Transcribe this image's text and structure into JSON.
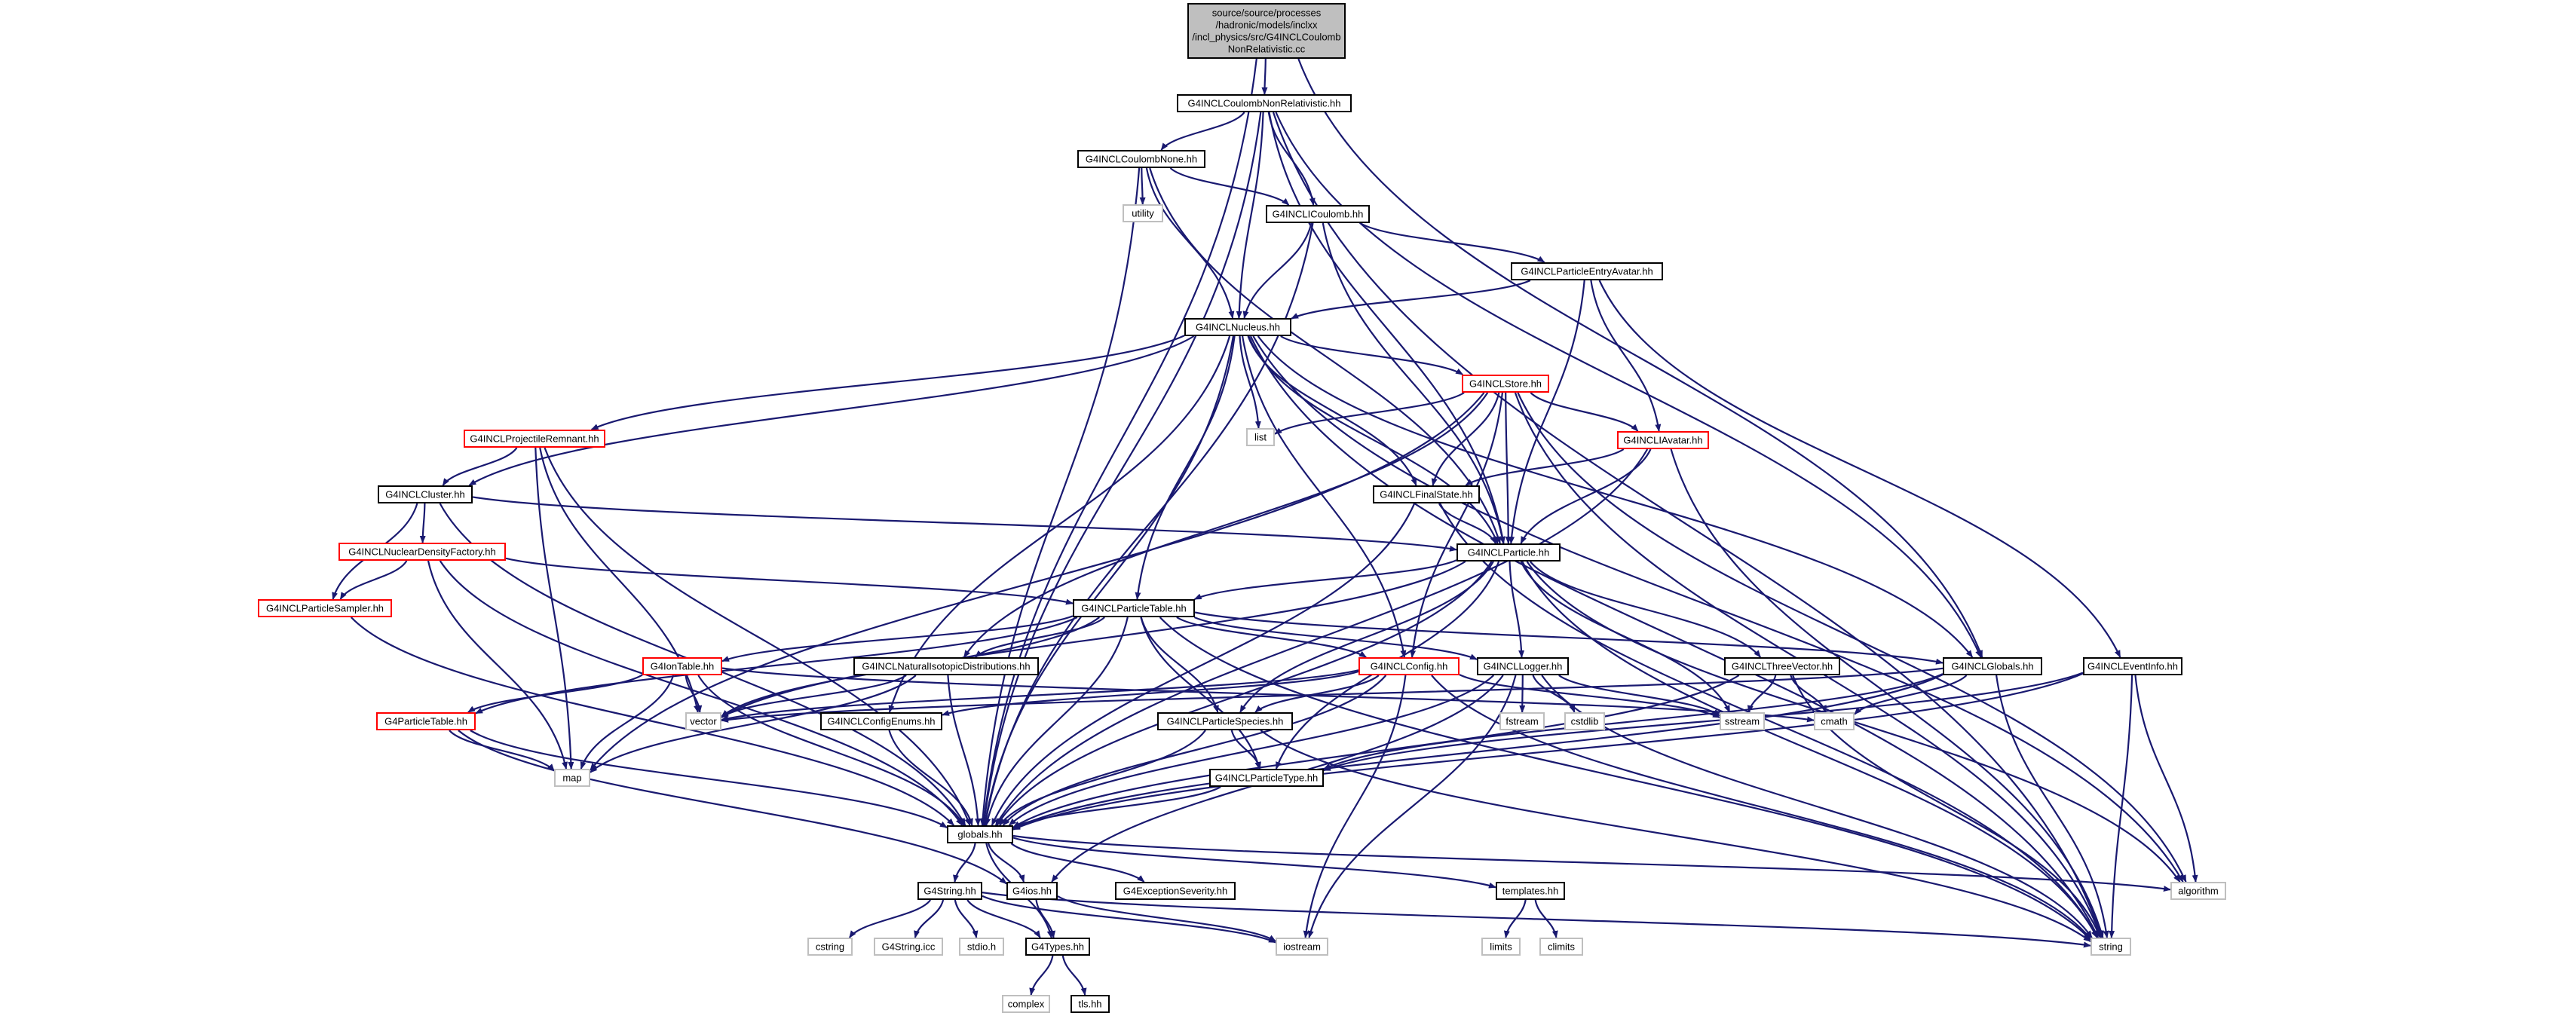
{
  "colors": {
    "edge": "#191970",
    "node_border": "#000000",
    "node_border_truncated": "#ff0000",
    "node_border_system": "#bfbfbf",
    "root_fill": "#bfbfbf"
  },
  "graph": {
    "nodes": [
      {
        "id": "root",
        "label": [
          "source/source/processes",
          "/hadronic/models/inclxx",
          "/incl_physics/src/G4INCLCoulomb",
          "NonRelativistic.cc"
        ],
        "style": "root"
      },
      {
        "id": "coulNR",
        "label": [
          "G4INCLCoulombNonRelativistic.hh"
        ],
        "style": "normal"
      },
      {
        "id": "coulNone",
        "label": [
          "G4INCLCoulombNone.hh"
        ],
        "style": "normal"
      },
      {
        "id": "utility",
        "label": [
          "utility"
        ],
        "style": "gray"
      },
      {
        "id": "icoul",
        "label": [
          "G4INCLICoulomb.hh"
        ],
        "style": "normal"
      },
      {
        "id": "pea",
        "label": [
          "G4INCLParticleEntryAvatar.hh"
        ],
        "style": "normal"
      },
      {
        "id": "nucleus",
        "label": [
          "G4INCLNucleus.hh"
        ],
        "style": "normal"
      },
      {
        "id": "store",
        "label": [
          "G4INCLStore.hh"
        ],
        "style": "red"
      },
      {
        "id": "list",
        "label": [
          "list"
        ],
        "style": "gray"
      },
      {
        "id": "projRem",
        "label": [
          "G4INCLProjectileRemnant.hh"
        ],
        "style": "red"
      },
      {
        "id": "iavatar",
        "label": [
          "G4INCLIAvatar.hh"
        ],
        "style": "red"
      },
      {
        "id": "cluster",
        "label": [
          "G4INCLCluster.hh"
        ],
        "style": "normal"
      },
      {
        "id": "finalState",
        "label": [
          "G4INCLFinalState.hh"
        ],
        "style": "normal"
      },
      {
        "id": "nucDens",
        "label": [
          "G4INCLNuclearDensityFactory.hh"
        ],
        "style": "red"
      },
      {
        "id": "particle",
        "label": [
          "G4INCLParticle.hh"
        ],
        "style": "normal"
      },
      {
        "id": "sampler",
        "label": [
          "G4INCLParticleSampler.hh"
        ],
        "style": "red"
      },
      {
        "id": "ptable",
        "label": [
          "G4INCLParticleTable.hh"
        ],
        "style": "normal"
      },
      {
        "id": "iontable",
        "label": [
          "G4IonTable.hh"
        ],
        "style": "red"
      },
      {
        "id": "natIso",
        "label": [
          "G4INCLNaturalIsotopicDistributions.hh"
        ],
        "style": "normal"
      },
      {
        "id": "config",
        "label": [
          "G4INCLConfig.hh"
        ],
        "style": "red"
      },
      {
        "id": "logger",
        "label": [
          "G4INCLLogger.hh"
        ],
        "style": "normal"
      },
      {
        "id": "threeVec",
        "label": [
          "G4INCLThreeVector.hh"
        ],
        "style": "normal"
      },
      {
        "id": "globals",
        "label": [
          "G4INCLGlobals.hh"
        ],
        "style": "normal"
      },
      {
        "id": "eventInfo",
        "label": [
          "G4INCLEventInfo.hh"
        ],
        "style": "normal"
      },
      {
        "id": "g4ptable",
        "label": [
          "G4ParticleTable.hh"
        ],
        "style": "red"
      },
      {
        "id": "vector",
        "label": [
          "vector"
        ],
        "style": "gray"
      },
      {
        "id": "configEnums",
        "label": [
          "G4INCLConfigEnums.hh"
        ],
        "style": "normal"
      },
      {
        "id": "species",
        "label": [
          "G4INCLParticleSpecies.hh"
        ],
        "style": "normal"
      },
      {
        "id": "fstream",
        "label": [
          "fstream"
        ],
        "style": "gray"
      },
      {
        "id": "cstdlib",
        "label": [
          "cstdlib"
        ],
        "style": "gray"
      },
      {
        "id": "sstream",
        "label": [
          "sstream"
        ],
        "style": "gray"
      },
      {
        "id": "cmath",
        "label": [
          "cmath"
        ],
        "style": "gray"
      },
      {
        "id": "map",
        "label": [
          "map"
        ],
        "style": "gray"
      },
      {
        "id": "ptype",
        "label": [
          "G4INCLParticleType.hh"
        ],
        "style": "normal"
      },
      {
        "id": "globalshh",
        "label": [
          "globals.hh"
        ],
        "style": "normal"
      },
      {
        "id": "g4string",
        "label": [
          "G4String.hh"
        ],
        "style": "normal"
      },
      {
        "id": "g4ios",
        "label": [
          "G4ios.hh"
        ],
        "style": "normal"
      },
      {
        "id": "exc",
        "label": [
          "G4ExceptionSeverity.hh"
        ],
        "style": "normal"
      },
      {
        "id": "templates",
        "label": [
          "templates.hh"
        ],
        "style": "normal"
      },
      {
        "id": "algorithm",
        "label": [
          "algorithm"
        ],
        "style": "gray"
      },
      {
        "id": "cstring",
        "label": [
          "cstring"
        ],
        "style": "gray"
      },
      {
        "id": "g4stringicc",
        "label": [
          "G4String.icc"
        ],
        "style": "gray"
      },
      {
        "id": "stdio",
        "label": [
          "stdio.h"
        ],
        "style": "gray"
      },
      {
        "id": "g4types",
        "label": [
          "G4Types.hh"
        ],
        "style": "normal"
      },
      {
        "id": "iostream",
        "label": [
          "iostream"
        ],
        "style": "gray"
      },
      {
        "id": "limits",
        "label": [
          "limits"
        ],
        "style": "gray"
      },
      {
        "id": "climits",
        "label": [
          "climits"
        ],
        "style": "gray"
      },
      {
        "id": "string",
        "label": [
          "string"
        ],
        "style": "gray"
      },
      {
        "id": "complex",
        "label": [
          "complex"
        ],
        "style": "gray"
      },
      {
        "id": "tls",
        "label": [
          "tls.hh"
        ],
        "style": "normal"
      }
    ],
    "edges": [
      [
        "root",
        "coulNR"
      ],
      [
        "root",
        "globalshh"
      ],
      [
        "root",
        "globals"
      ],
      [
        "coulNR",
        "coulNone"
      ],
      [
        "coulNR",
        "icoul"
      ],
      [
        "coulNR",
        "nucleus"
      ],
      [
        "coulNR",
        "particle"
      ],
      [
        "coulNR",
        "globals"
      ],
      [
        "coulNR",
        "globalshh"
      ],
      [
        "coulNR",
        "string"
      ],
      [
        "coulNone",
        "utility"
      ],
      [
        "coulNone",
        "icoul"
      ],
      [
        "coulNone",
        "nucleus"
      ],
      [
        "coulNone",
        "particle"
      ],
      [
        "coulNone",
        "globalshh"
      ],
      [
        "icoul",
        "pea"
      ],
      [
        "icoul",
        "nucleus"
      ],
      [
        "icoul",
        "particle"
      ],
      [
        "icoul",
        "globalshh"
      ],
      [
        "pea",
        "nucleus"
      ],
      [
        "pea",
        "iavatar"
      ],
      [
        "pea",
        "particle"
      ],
      [
        "pea",
        "eventInfo"
      ],
      [
        "nucleus",
        "store"
      ],
      [
        "nucleus",
        "list"
      ],
      [
        "nucleus",
        "projRem"
      ],
      [
        "nucleus",
        "cluster"
      ],
      [
        "nucleus",
        "finalState"
      ],
      [
        "nucleus",
        "particle"
      ],
      [
        "nucleus",
        "ptable"
      ],
      [
        "nucleus",
        "config"
      ],
      [
        "nucleus",
        "globals"
      ],
      [
        "nucleus",
        "configEnums"
      ],
      [
        "nucleus",
        "string"
      ],
      [
        "nucleus",
        "globalshh"
      ],
      [
        "nucleus",
        "algorithm"
      ],
      [
        "store",
        "list"
      ],
      [
        "store",
        "iavatar"
      ],
      [
        "store",
        "finalState"
      ],
      [
        "store",
        "particle"
      ],
      [
        "store",
        "config"
      ],
      [
        "store",
        "natIso"
      ],
      [
        "store",
        "map"
      ],
      [
        "store",
        "string"
      ],
      [
        "store",
        "algorithm"
      ],
      [
        "projRem",
        "cluster"
      ],
      [
        "projRem",
        "vector"
      ],
      [
        "projRem",
        "map"
      ],
      [
        "projRem",
        "globalshh"
      ],
      [
        "iavatar",
        "finalState"
      ],
      [
        "iavatar",
        "particle"
      ],
      [
        "iavatar",
        "globalshh"
      ],
      [
        "iavatar",
        "string"
      ],
      [
        "cluster",
        "nucDens"
      ],
      [
        "cluster",
        "sampler"
      ],
      [
        "cluster",
        "particle"
      ],
      [
        "cluster",
        "globalshh"
      ],
      [
        "finalState",
        "particle"
      ],
      [
        "finalState",
        "globalshh"
      ],
      [
        "finalState",
        "string"
      ],
      [
        "nucDens",
        "sampler"
      ],
      [
        "nucDens",
        "ptable"
      ],
      [
        "nucDens",
        "map"
      ],
      [
        "nucDens",
        "globalshh"
      ],
      [
        "sampler",
        "globalshh"
      ],
      [
        "particle",
        "ptable"
      ],
      [
        "particle",
        "species"
      ],
      [
        "particle",
        "ptype"
      ],
      [
        "particle",
        "logger"
      ],
      [
        "particle",
        "threeVec"
      ],
      [
        "particle",
        "vector"
      ],
      [
        "particle",
        "sstream"
      ],
      [
        "particle",
        "globalshh"
      ],
      [
        "particle",
        "string"
      ],
      [
        "particle",
        "algorithm"
      ],
      [
        "ptable",
        "iontable"
      ],
      [
        "ptable",
        "natIso"
      ],
      [
        "ptable",
        "config"
      ],
      [
        "ptable",
        "logger"
      ],
      [
        "ptable",
        "globals"
      ],
      [
        "ptable",
        "g4ptable"
      ],
      [
        "ptable",
        "species"
      ],
      [
        "ptable",
        "ptype"
      ],
      [
        "ptable",
        "vector"
      ],
      [
        "ptable",
        "globalshh"
      ],
      [
        "ptable",
        "string"
      ],
      [
        "iontable",
        "g4ptable"
      ],
      [
        "iontable",
        "vector"
      ],
      [
        "iontable",
        "map"
      ],
      [
        "iontable",
        "globalshh"
      ],
      [
        "iontable",
        "cmath"
      ],
      [
        "natIso",
        "vector"
      ],
      [
        "natIso",
        "map"
      ],
      [
        "natIso",
        "globalshh"
      ],
      [
        "config",
        "configEnums"
      ],
      [
        "config",
        "species"
      ],
      [
        "config",
        "vector"
      ],
      [
        "config",
        "sstream"
      ],
      [
        "config",
        "iostream"
      ],
      [
        "config",
        "string"
      ],
      [
        "config",
        "globalshh"
      ],
      [
        "logger",
        "fstream"
      ],
      [
        "logger",
        "cstdlib"
      ],
      [
        "logger",
        "sstream"
      ],
      [
        "logger",
        "iostream"
      ],
      [
        "logger",
        "string"
      ],
      [
        "logger",
        "g4ios"
      ],
      [
        "logger",
        "globalshh"
      ],
      [
        "threeVec",
        "sstream"
      ],
      [
        "threeVec",
        "cmath"
      ],
      [
        "threeVec",
        "string"
      ],
      [
        "threeVec",
        "globalshh"
      ],
      [
        "globals",
        "cmath"
      ],
      [
        "globals",
        "string"
      ],
      [
        "globals",
        "ptype"
      ],
      [
        "globals",
        "globalshh"
      ],
      [
        "globals",
        "vector"
      ],
      [
        "eventInfo",
        "string"
      ],
      [
        "eventInfo",
        "algorithm"
      ],
      [
        "eventInfo",
        "globalshh"
      ],
      [
        "eventInfo",
        "ptype"
      ],
      [
        "g4ptable",
        "map"
      ],
      [
        "g4ptable",
        "globalshh"
      ],
      [
        "g4ptable",
        "g4ios"
      ],
      [
        "configEnums",
        "globalshh"
      ],
      [
        "species",
        "ptype"
      ],
      [
        "species",
        "globalshh"
      ],
      [
        "species",
        "string"
      ],
      [
        "ptype",
        "globalshh"
      ],
      [
        "globalshh",
        "g4string"
      ],
      [
        "globalshh",
        "g4ios"
      ],
      [
        "globalshh",
        "exc"
      ],
      [
        "globalshh",
        "templates"
      ],
      [
        "globalshh",
        "g4types"
      ],
      [
        "globalshh",
        "algorithm"
      ],
      [
        "g4string",
        "cstring"
      ],
      [
        "g4string",
        "g4stringicc"
      ],
      [
        "g4string",
        "stdio"
      ],
      [
        "g4string",
        "g4types"
      ],
      [
        "g4string",
        "iostream"
      ],
      [
        "g4string",
        "string"
      ],
      [
        "g4ios",
        "g4types"
      ],
      [
        "g4ios",
        "iostream"
      ],
      [
        "templates",
        "limits"
      ],
      [
        "templates",
        "climits"
      ],
      [
        "g4types",
        "complex"
      ],
      [
        "g4types",
        "tls"
      ]
    ]
  }
}
